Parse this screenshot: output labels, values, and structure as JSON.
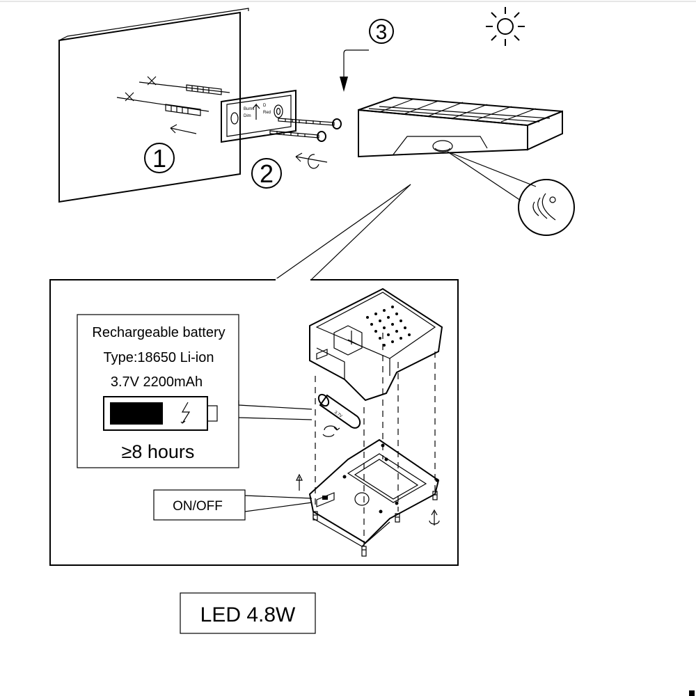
{
  "steps": [
    "1",
    "2",
    "3"
  ],
  "mounting_plate": {
    "label_left_top": "Bums",
    "label_left_bottom": "Dim",
    "label_right_top": "D",
    "label_right_bottom": "Red"
  },
  "battery_label": {
    "line1": "Rechargeable battery",
    "line2": "Type:18650 Li-ion",
    "line3": "3.7V 2200mAh",
    "runtime": "≥8 hours"
  },
  "battery_cell_text": "3.7V",
  "switch_label": "ON/OFF",
  "product_label": "LED 4.8W",
  "icons": [
    "sun-icon",
    "motion-sensor-icon",
    "rotate-icon",
    "arrow-icon",
    "battery-icon",
    "lightning-icon"
  ],
  "colors": {
    "ink": "#000000",
    "background": "#ffffff"
  }
}
